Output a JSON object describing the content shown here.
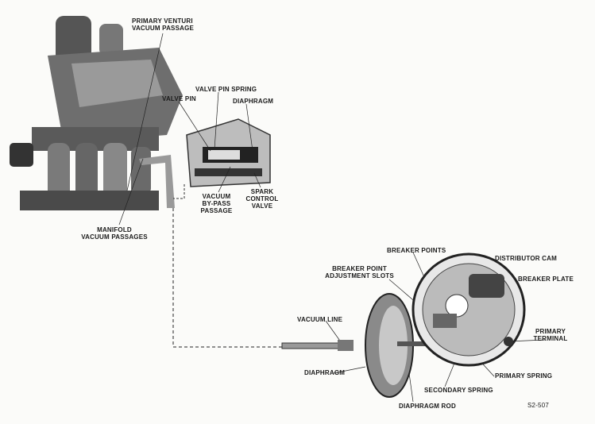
{
  "figure_id": "S2-507",
  "carburetor_labels": {
    "primary_venturi_1": "PRIMARY VENTURI",
    "primary_venturi_2": "VACUUM PASSAGE",
    "valve_pin_spring": "VALVE PIN SPRING",
    "valve_pin": "VALVE PIN",
    "diaphragm": "DIAPHRAGM",
    "bypass_1": "VACUUM",
    "bypass_2": "BY-PASS",
    "bypass_3": "PASSAGE",
    "spark_1": "SPARK",
    "spark_2": "CONTROL",
    "spark_3": "VALVE",
    "manifold_1": "MANIFOLD",
    "manifold_2": "VACUUM PASSAGES"
  },
  "distributor_labels": {
    "breaker_points": "BREAKER POINTS",
    "distributor_cam": "DISTRIBUTOR CAM",
    "adjust_1": "BREAKER POINT",
    "adjust_2": "ADJUSTMENT SLOTS",
    "breaker_plate": "BREAKER PLATE",
    "vacuum_line": "VACUUM LINE",
    "terminal_1": "PRIMARY",
    "terminal_2": "TERMINAL",
    "primary_spring": "PRIMARY SPRING",
    "diaphragm": "DIAPHRAGM",
    "secondary_spring": "SECONDARY SPRING",
    "diaphragm_rod": "DIAPHRAGM ROD"
  }
}
